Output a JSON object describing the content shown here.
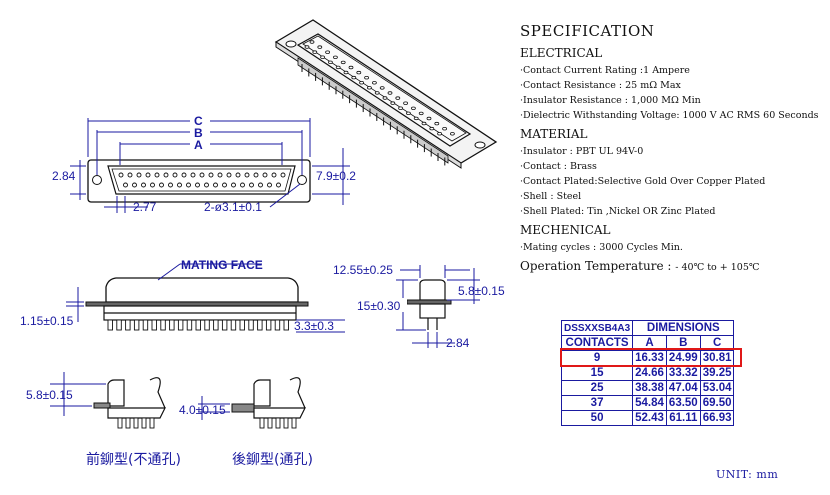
{
  "drawing": {
    "dims": {
      "C": "C",
      "B": "B",
      "A": "A",
      "d234": "2.84",
      "d79": "7.9±0.2",
      "d277": "2.77",
      "hole": "2-ø3.1±0.1",
      "mating_face": "MATING FACE",
      "d115": "1.15±0.15",
      "d33": "3.3±0.3",
      "d1255": "12.55±0.25",
      "d15": "15±0.30",
      "d58b": "5.8±0.15",
      "d284": "2.84",
      "d58": "5.8±0.15",
      "d40": "4.0±0.15"
    },
    "captions": {
      "front": "前鉚型(不通孔)",
      "rear": "後鉚型(通孔)"
    }
  },
  "spec": {
    "title": "SPECIFICATION",
    "electrical_heading": "ELECTRICAL",
    "electrical": [
      "·Contact Current Rating :1 Ampere",
      "·Contact Resistance : 25 mΩ Max",
      "·Insulator Resistance : 1,000 MΩ Min",
      "·Dielectric Withstanding Voltage: 1000 V AC RMS 60 Seconds"
    ],
    "material_heading": "MATERIAL",
    "material": [
      "·Insulator : PBT UL 94V-0",
      "·Contact : Brass",
      "·Contact Plated:Selective Gold Over Copper Plated",
      "·Shell : Steel",
      "·Shell Plated: Tin ,Nickel OR Zinc Plated"
    ],
    "mechanical_heading": "MECHENICAL",
    "mechanical": [
      "·Mating cycles : 3000 Cycles Min."
    ],
    "op_temp_label": "Operation Temperature :",
    "op_temp_value": "- 40℃ to + 105℃"
  },
  "table": {
    "part": "DSSXXSB4A3",
    "dimensions": "DIMENSIONS",
    "contacts": "CONTACTS",
    "col_a": "A",
    "col_b": "B",
    "col_c": "C",
    "rows": [
      [
        "9",
        "16.33",
        "24.99",
        "30.81"
      ],
      [
        "15",
        "24.66",
        "33.32",
        "39.25"
      ],
      [
        "25",
        "38.38",
        "47.04",
        "53.04"
      ],
      [
        "37",
        "54.84",
        "63.50",
        "69.50"
      ],
      [
        "50",
        "52.43",
        "61.11",
        "66.93"
      ]
    ],
    "highlight_color": "#e01818"
  },
  "unit": "UNIT: mm"
}
